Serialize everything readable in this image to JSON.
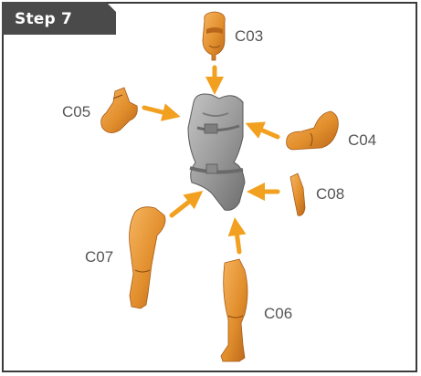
{
  "step": {
    "label": "Step 7"
  },
  "parts": {
    "head": "C03",
    "left_arm": "C05",
    "right_arm": "C04",
    "holster": "C08",
    "left_leg": "C07",
    "right_leg": "C06"
  },
  "colors": {
    "frame": "#3a3a3a",
    "tab": "#4a4a4a",
    "part_orange": "#e79a3a",
    "part_orange_dark": "#c06f1a",
    "torso_gray": "#9a9a9a",
    "arrow": "#f2a01f"
  }
}
